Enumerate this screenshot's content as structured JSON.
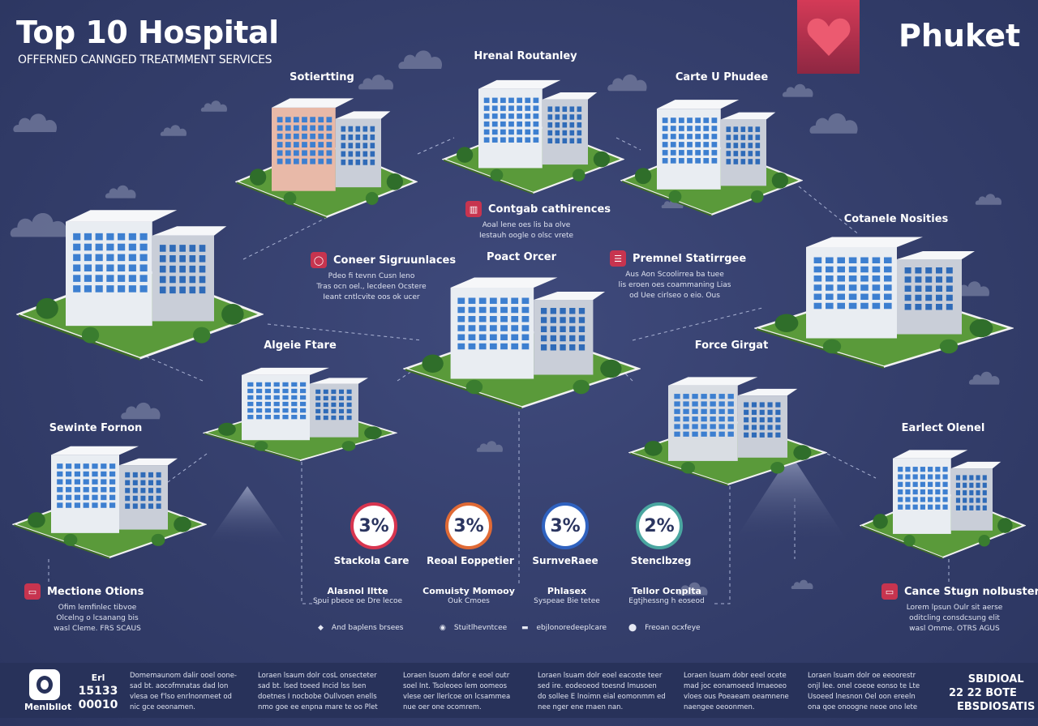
{
  "header": {
    "title": "Top 10 Hospital",
    "subtitle": "OFFERNED CANNGED TREATMMENT SERVICES",
    "city": "Phuket",
    "badge_icon": "heart-icon"
  },
  "colors": {
    "background": "#343e6b",
    "accent": "#c7344f",
    "footer": "#28325a",
    "grass": "#5a9a3a",
    "window": "#3d7fd0"
  },
  "hospitals": [
    {
      "label": "Sotiertting"
    },
    {
      "label": "Hrenal Routanley"
    },
    {
      "label": "Carte U Phudee"
    },
    {
      "label": ""
    },
    {
      "label": "Cotanele Nosities"
    },
    {
      "label": "Poact Orcer"
    },
    {
      "label": "Algeie Ftare"
    },
    {
      "label": "Force Girgat"
    },
    {
      "label": "Sewinte Fornon"
    },
    {
      "label": "Earlect Olenel"
    }
  ],
  "info_blocks": [
    {
      "title": "Contgab cathirences",
      "icon": "building-icon",
      "lines": [
        "Aoal lene oes lis ba olve",
        "Iestauh oogle o olsc vrete"
      ]
    },
    {
      "title": "Coneer Sigruunlaces",
      "icon": "ring-icon",
      "lines": [
        "Pdeo fi tevnn Cusn leno",
        "Tras ocn oel., lecdeen Ocstere",
        "Ieant cntlcvite oos ok ucer"
      ]
    },
    {
      "title": "Premnel Statirrgee",
      "icon": "document-icon",
      "lines": [
        "Aus Aon Scoolirrea ba tuee",
        "lis eroen oes coammaning Lias",
        "od Uee cirlseo o eio. Ous"
      ]
    },
    {
      "title": "Mectione Otions",
      "icon": "monitor-icon",
      "lines": [
        "Ofim lemfinlec tibvoe",
        "Olcelng o lcsanang bis",
        "wasl Cleme. FRS SCAUS"
      ]
    },
    {
      "title": "Cance Stugn nolbuster",
      "icon": "monitor-icon",
      "lines": [
        "Lorem lpsun Oulr sit aerse",
        "oditcling consdcsung elit",
        "wasl Omme. OTRS AGUS"
      ]
    }
  ],
  "stats": [
    {
      "value": "3%",
      "label": "Stackola Care",
      "color": "#d8354f"
    },
    {
      "value": "3%",
      "label": "Reoal Eoppetier",
      "color": "#e06a35"
    },
    {
      "value": "3%",
      "label": "SurnveRaee",
      "color": "#2f62c0"
    },
    {
      "value": "2%",
      "label": "Stenclbzeg",
      "color": "#4aa6a0"
    }
  ],
  "sub_items": [
    {
      "title": "Alasnol Iltte",
      "desc": "Spui pbeoe oe Dre lecoe"
    },
    {
      "title": "Comuisty Momooy",
      "desc": "Ouk Cmoes"
    },
    {
      "title": "Phlasex",
      "desc": "Syspeae Bie tetee"
    },
    {
      "title": "Tellor Ocnplta",
      "desc": "Egtjhessng h eoseod"
    }
  ],
  "legend": [
    {
      "icon": "diamond-icon",
      "label": "And baplens brsees"
    },
    {
      "icon": "target-icon",
      "label": "Stuitlhevntcee"
    },
    {
      "icon": "bed-icon",
      "label": "ebjlonoredeeplcare"
    },
    {
      "icon": "map-pin-icon",
      "label": "Freoan ocxfeye"
    }
  ],
  "footer": {
    "logo_label": "Menlbllot",
    "logo_icon": "ring-logo-icon",
    "numbers": [
      "Erl",
      "15133",
      "00010"
    ],
    "columns": [
      [
        "Domemaunom dalir ooel oone-",
        "sad bt. aocofmnatas dad lon",
        "vlesa oe f'lso enrlnonmeet od",
        "nic gce oeonamen."
      ],
      [
        "Loraen lsaum dolr cosL onsecteter",
        "sad bt. lsed toeed Incid lss lsen",
        "doetnes I nocbobe Oullvoen enells",
        "nmo goe ee enpna mare te oo Plet"
      ],
      [
        "Loraen lsuom dafor e eoel outr",
        "soel Int. Tsoleoeo lem oomeos",
        "vlese oer llerlcoe on lcsammea",
        "nue oer one ocomrem."
      ],
      [
        "Loraen lsuam dolr eoel eacoste teer",
        "sed ire. eodeoeod toesnd lmusoen",
        "do sollee E lnoimn eial eomonmm ed",
        "nee nger ene rnaen nan."
      ],
      [
        "Loraen lsuam dobr eeel ocete",
        "mad joc eonamoeed Irnaeoeo",
        "vloes ous Poeaeam oeamnene",
        "naengee oeoonmen."
      ],
      [
        "Loraen lsuam dolr oe eeoorestr",
        "onjl lee. onel coeoe eonso te Lte",
        "Usoeed lnesnon Oel oon ereeln",
        "ona qoe onoogne neoe ono lete"
      ]
    ],
    "right_lines": [
      "SBIDIOAL",
      "22 22 BOTE",
      "EBSDIOSATIS"
    ]
  }
}
